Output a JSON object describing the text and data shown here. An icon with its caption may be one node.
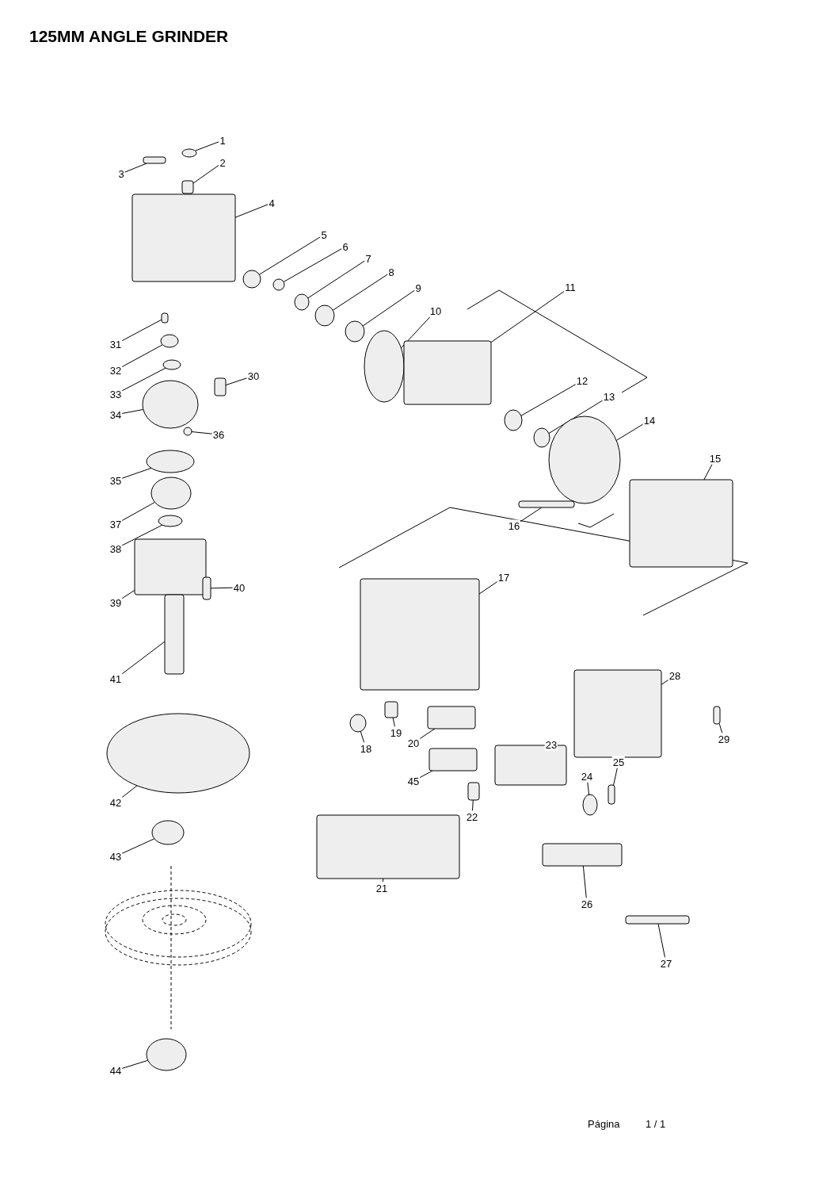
{
  "diagram": {
    "title": "125MM ANGLE GRINDER",
    "nodes": [
      {
        "text": [
          "1"
        ]
      },
      {
        "text": [],
        "shape": "circle"
      },
      {
        "text": [
          "2"
        ]
      },
      {
        "text": [],
        "shape": "box"
      },
      {
        "text": [
          "3"
        ]
      },
      {
        "text": [],
        "shape": "box"
      },
      {
        "text": [
          "4"
        ]
      },
      {
        "text": [],
        "shape": "box"
      },
      {
        "text": [
          "5"
        ]
      },
      {
        "text": [],
        "shape": "circle"
      },
      {
        "text": [
          "6"
        ]
      },
      {
        "text": [],
        "shape": "circle"
      },
      {
        "text": [
          "7"
        ]
      },
      {
        "text": [],
        "shape": "circle"
      },
      {
        "text": [
          "8"
        ]
      },
      {
        "text": [],
        "shape": "circle"
      },
      {
        "text": [
          "9"
        ]
      },
      {
        "text": [],
        "shape": "circle"
      },
      {
        "text": [
          "10"
        ]
      },
      {
        "text": [],
        "shape": "circle"
      },
      {
        "text": [
          "11"
        ]
      },
      {
        "text": [],
        "shape": "box"
      },
      {
        "text": [
          "12"
        ]
      },
      {
        "text": [],
        "shape": "circle"
      },
      {
        "text": [
          "13"
        ]
      },
      {
        "text": [],
        "shape": "circle"
      },
      {
        "text": [
          "14"
        ]
      },
      {
        "text": [],
        "shape": "circle"
      },
      {
        "text": [
          "15"
        ]
      },
      {
        "text": [],
        "shape": "box"
      },
      {
        "text": [
          "16"
        ]
      },
      {
        "text": [],
        "shape": "box"
      },
      {
        "text": [
          "17"
        ]
      },
      {
        "text": [],
        "shape": "box"
      },
      {
        "text": [
          "18"
        ]
      },
      {
        "text": [],
        "shape": "circle"
      },
      {
        "text": [
          "19"
        ]
      },
      {
        "text": [],
        "shape": "box"
      },
      {
        "text": [
          "20"
        ]
      },
      {
        "text": [],
        "shape": "box"
      },
      {
        "text": [
          "21"
        ]
      },
      {
        "text": [],
        "shape": "box"
      },
      {
        "text": [
          "22"
        ]
      },
      {
        "text": [],
        "shape": "box"
      },
      {
        "text": [
          "23"
        ]
      },
      {
        "text": [],
        "shape": "box"
      },
      {
        "text": [
          "24"
        ]
      },
      {
        "text": [],
        "shape": "circle"
      },
      {
        "text": [
          "25"
        ]
      },
      {
        "text": [],
        "shape": "box"
      },
      {
        "text": [
          "26"
        ]
      },
      {
        "text": [],
        "shape": "box"
      },
      {
        "text": [
          "27"
        ]
      },
      {
        "text": [],
        "shape": "box"
      },
      {
        "text": [
          "28"
        ]
      },
      {
        "text": [],
        "shape": "box"
      },
      {
        "text": [
          "29"
        ]
      },
      {
        "text": [],
        "shape": "box"
      },
      {
        "text": [
          "30"
        ]
      },
      {
        "text": [],
        "shape": "box"
      },
      {
        "text": [
          "31"
        ]
      },
      {
        "text": [],
        "shape": "box"
      },
      {
        "text": [
          "32"
        ]
      },
      {
        "text": [],
        "shape": "circle"
      },
      {
        "text": [
          "33"
        ]
      },
      {
        "text": [],
        "shape": "circle"
      },
      {
        "text": [
          "34"
        ]
      },
      {
        "text": [],
        "shape": "circle"
      },
      {
        "text": [
          "35"
        ]
      },
      {
        "text": [],
        "shape": "circle"
      },
      {
        "text": [
          "36"
        ]
      },
      {
        "text": [],
        "shape": "circle"
      },
      {
        "text": [
          "37"
        ]
      },
      {
        "text": [],
        "shape": "circle"
      },
      {
        "text": [
          "38"
        ]
      },
      {
        "text": [],
        "shape": "circle"
      },
      {
        "text": [
          "39"
        ]
      },
      {
        "text": [],
        "shape": "box"
      },
      {
        "text": [
          "40"
        ]
      },
      {
        "text": [],
        "shape": "box"
      },
      {
        "text": [
          "41"
        ]
      },
      {
        "text": [],
        "shape": "box"
      },
      {
        "text": [
          "42"
        ]
      },
      {
        "text": [],
        "shape": "circle"
      },
      {
        "text": [
          "43"
        ]
      },
      {
        "text": [],
        "shape": "circle"
      },
      {
        "text": [
          "44"
        ]
      },
      {
        "text": [],
        "shape": "circle"
      },
      {
        "text": [
          "45"
        ]
      },
      {
        "text": [],
        "shape": "box"
      }
    ],
    "edges": [
      {
        "from": 0,
        "to": 1,
        "arrow": "none"
      },
      {
        "from": 2,
        "to": 3,
        "arrow": "none"
      },
      {
        "from": 4,
        "to": 5,
        "arrow": "none"
      },
      {
        "from": 6,
        "to": 7,
        "arrow": "none"
      },
      {
        "from": 8,
        "to": 9,
        "arrow": "none"
      },
      {
        "from": 10,
        "to": 11,
        "arrow": "none"
      },
      {
        "from": 12,
        "to": 13,
        "arrow": "none"
      },
      {
        "from": 14,
        "to": 15,
        "arrow": "none"
      },
      {
        "from": 16,
        "to": 17,
        "arrow": "none"
      },
      {
        "from": 18,
        "to": 19,
        "arrow": "none"
      },
      {
        "from": 20,
        "to": 21,
        "arrow": "none"
      },
      {
        "from": 22,
        "to": 23,
        "arrow": "none"
      },
      {
        "from": 24,
        "to": 25,
        "arrow": "none"
      },
      {
        "from": 26,
        "to": 27,
        "arrow": "none"
      },
      {
        "from": 28,
        "to": 29,
        "arrow": "none"
      },
      {
        "from": 30,
        "to": 31,
        "arrow": "none"
      },
      {
        "from": 32,
        "to": 33,
        "arrow": "none"
      },
      {
        "from": 34,
        "to": 35,
        "arrow": "none"
      },
      {
        "from": 36,
        "to": 37,
        "arrow": "none"
      },
      {
        "from": 38,
        "to": 39,
        "arrow": "none"
      },
      {
        "from": 40,
        "to": 41,
        "arrow": "none"
      },
      {
        "from": 42,
        "to": 43,
        "arrow": "none"
      },
      {
        "from": 44,
        "to": 45,
        "arrow": "none"
      },
      {
        "from": 46,
        "to": 47,
        "arrow": "none"
      },
      {
        "from": 48,
        "to": 49,
        "arrow": "none"
      },
      {
        "from": 50,
        "to": 51,
        "arrow": "none"
      },
      {
        "from": 52,
        "to": 53,
        "arrow": "none"
      },
      {
        "from": 54,
        "to": 55,
        "arrow": "none"
      },
      {
        "from": 56,
        "to": 57,
        "arrow": "none"
      },
      {
        "from": 58,
        "to": 59,
        "arrow": "none"
      },
      {
        "from": 60,
        "to": 61,
        "arrow": "none"
      },
      {
        "from": 62,
        "to": 63,
        "arrow": "none"
      },
      {
        "from": 64,
        "to": 65,
        "arrow": "none"
      },
      {
        "from": 66,
        "to": 67,
        "arrow": "none"
      },
      {
        "from": 68,
        "to": 69,
        "arrow": "none"
      },
      {
        "from": 70,
        "to": 71,
        "arrow": "none"
      },
      {
        "from": 72,
        "to": 73,
        "arrow": "none"
      },
      {
        "from": 74,
        "to": 75,
        "arrow": "none"
      },
      {
        "from": 76,
        "to": 77,
        "arrow": "none"
      },
      {
        "from": 78,
        "to": 79,
        "arrow": "none"
      },
      {
        "from": 80,
        "to": 81,
        "arrow": "none"
      },
      {
        "from": 82,
        "to": 83,
        "arrow": "none"
      },
      {
        "from": 84,
        "to": 85,
        "arrow": "none"
      },
      {
        "from": 86,
        "to": 87,
        "arrow": "none"
      },
      {
        "from": 88,
        "to": 89,
        "arrow": "none"
      }
    ],
    "labels": [
      "Página",
      "1 / 1"
    ]
  }
}
